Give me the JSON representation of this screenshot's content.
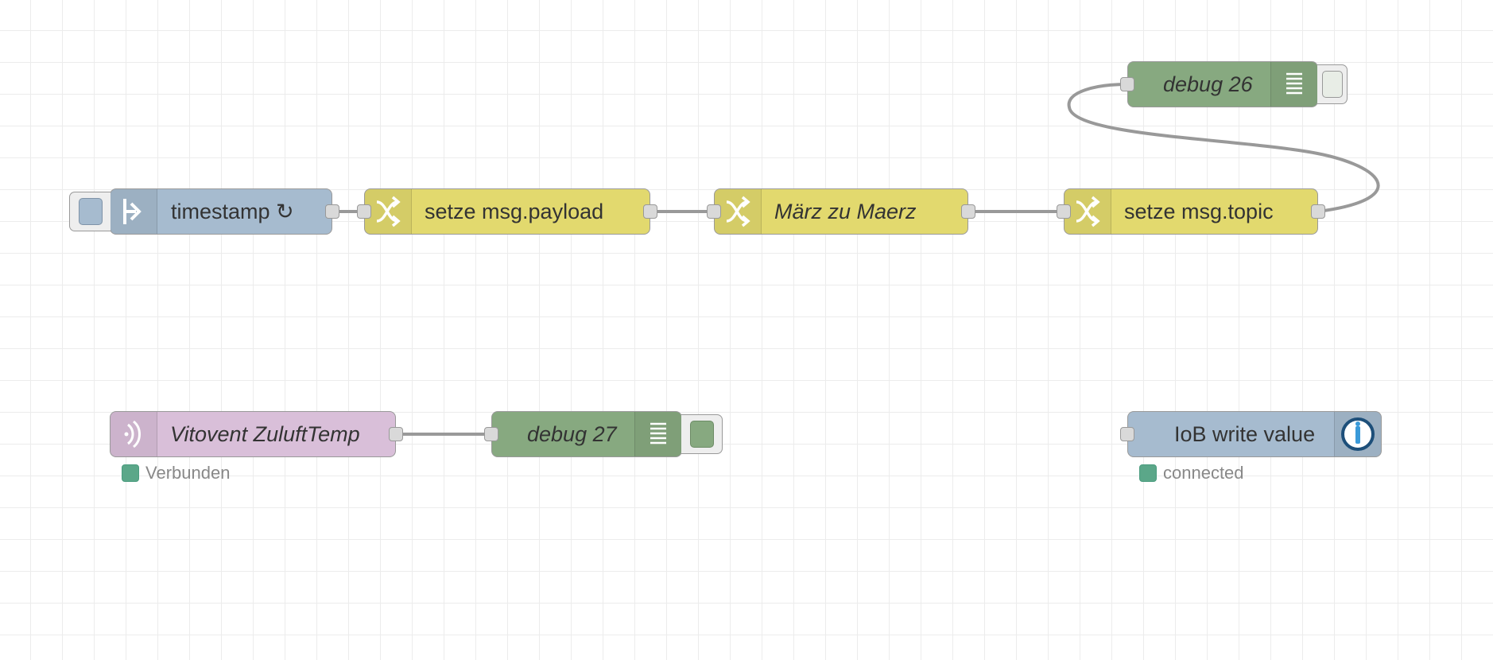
{
  "colors": {
    "inject": "#a6bbcf",
    "change": "#e2d96e",
    "debug": "#87a980",
    "vitovent": "#d9bfd9",
    "iobroker": "#a6bbcf",
    "wire": "#999999",
    "status_ok": "#5ba789"
  },
  "nodes": {
    "timestamp": {
      "label": "timestamp ↻",
      "icon": "inject-arrow-icon"
    },
    "setze_payload": {
      "label": "setze msg.payload",
      "icon": "shuffle-icon"
    },
    "maerz": {
      "label": "März zu Maerz",
      "icon": "shuffle-icon"
    },
    "setze_topic": {
      "label": "setze msg.topic",
      "icon": "shuffle-icon"
    },
    "debug26": {
      "label": "debug 26",
      "icon": "list-icon"
    },
    "vitovent": {
      "label": "Vitovent ZuluftTemp",
      "icon": "wireless-icon",
      "status": "Verbunden"
    },
    "debug27": {
      "label": "debug 27",
      "icon": "list-icon"
    },
    "iob_write": {
      "label": "IoB write value",
      "icon": "iobroker-icon",
      "status": "connected"
    }
  }
}
